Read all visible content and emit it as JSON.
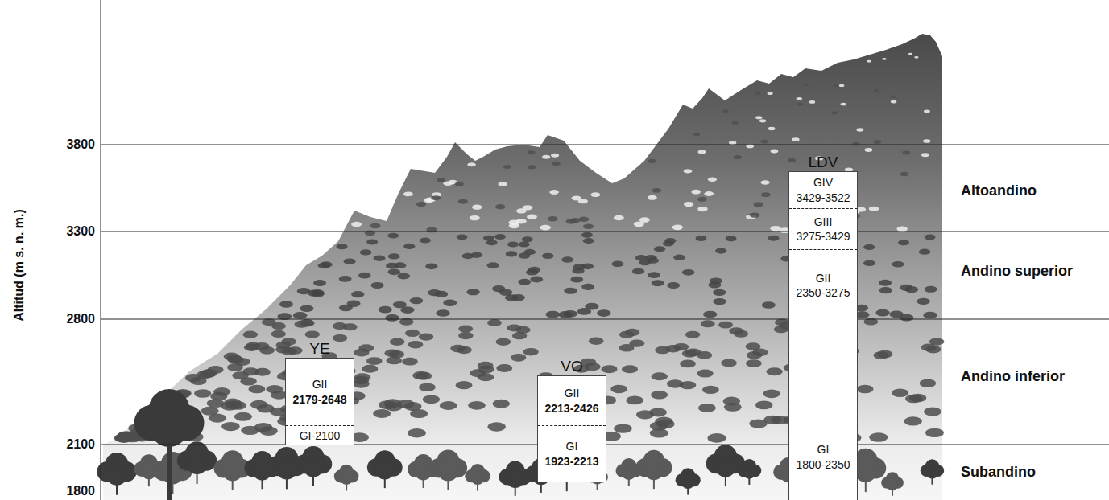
{
  "diagram": {
    "nodes": [
      {
        "text": [
          "YE"
        ]
      },
      {
        "text": [
          "GII",
          "2179-2648"
        ],
        "in": 0
      },
      {
        "text": [
          "GI-2100"
        ],
        "in": 0
      },
      {
        "text": [
          "VO"
        ]
      },
      {
        "text": [
          "GII",
          "2213-2426"
        ],
        "in": 3
      },
      {
        "text": [
          "GI",
          "1923-2213"
        ],
        "in": 3
      },
      {
        "text": [
          "LDV"
        ]
      },
      {
        "text": [
          "GIV",
          "3429-3522"
        ],
        "in": 6
      },
      {
        "text": [
          "GIII",
          "3275-3429"
        ],
        "in": 6
      },
      {
        "text": [
          "GII",
          "2350-3275"
        ],
        "in": 6
      },
      {
        "text": [
          "GI",
          "1800-2350"
        ],
        "in": 6
      }
    ],
    "labels": [
      "Altitud (m s. n. m.)",
      "3800",
      "3300",
      "2800",
      "2100",
      "1800",
      "Altoandino",
      "Andino superior",
      "Andino inferior",
      "Subandino"
    ]
  }
}
